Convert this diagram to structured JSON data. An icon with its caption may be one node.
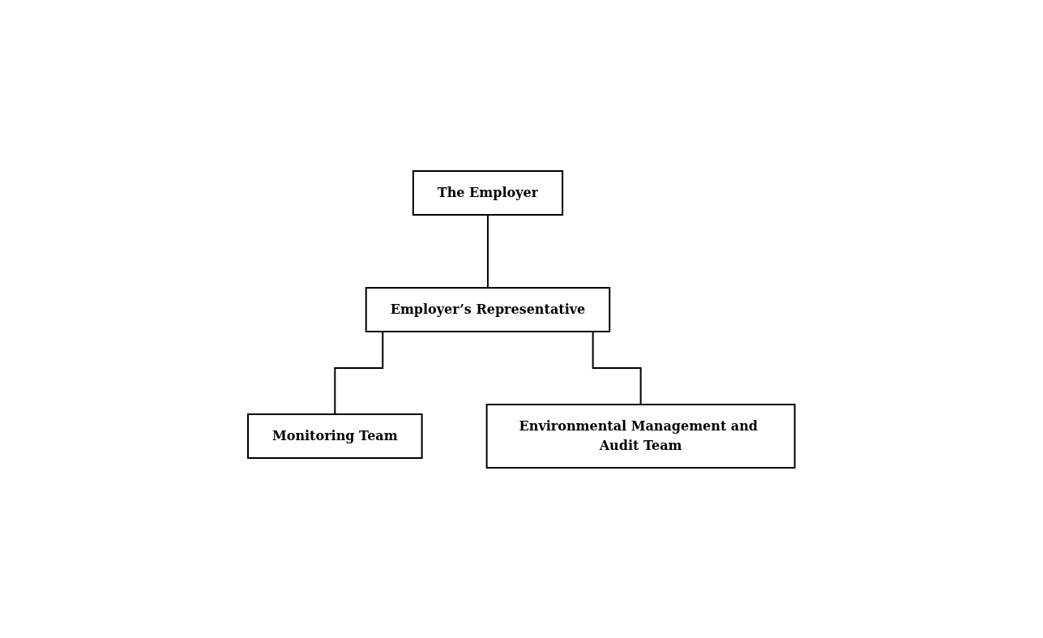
{
  "diagram": {
    "nodes": [
      {
        "text": [
          "The Employer"
        ]
      },
      {
        "text": [
          "Employer’s Representative"
        ]
      },
      {
        "text": [
          "Monitoring Team"
        ]
      },
      {
        "text": [
          "Environmental Management and Audit Team"
        ]
      }
    ],
    "edges": [
      {
        "from": 0,
        "to": 1,
        "arrow": "none"
      },
      {
        "from": 1,
        "to": 2,
        "arrow": "none"
      },
      {
        "from": 1,
        "to": 3,
        "arrow": "none"
      }
    ]
  }
}
